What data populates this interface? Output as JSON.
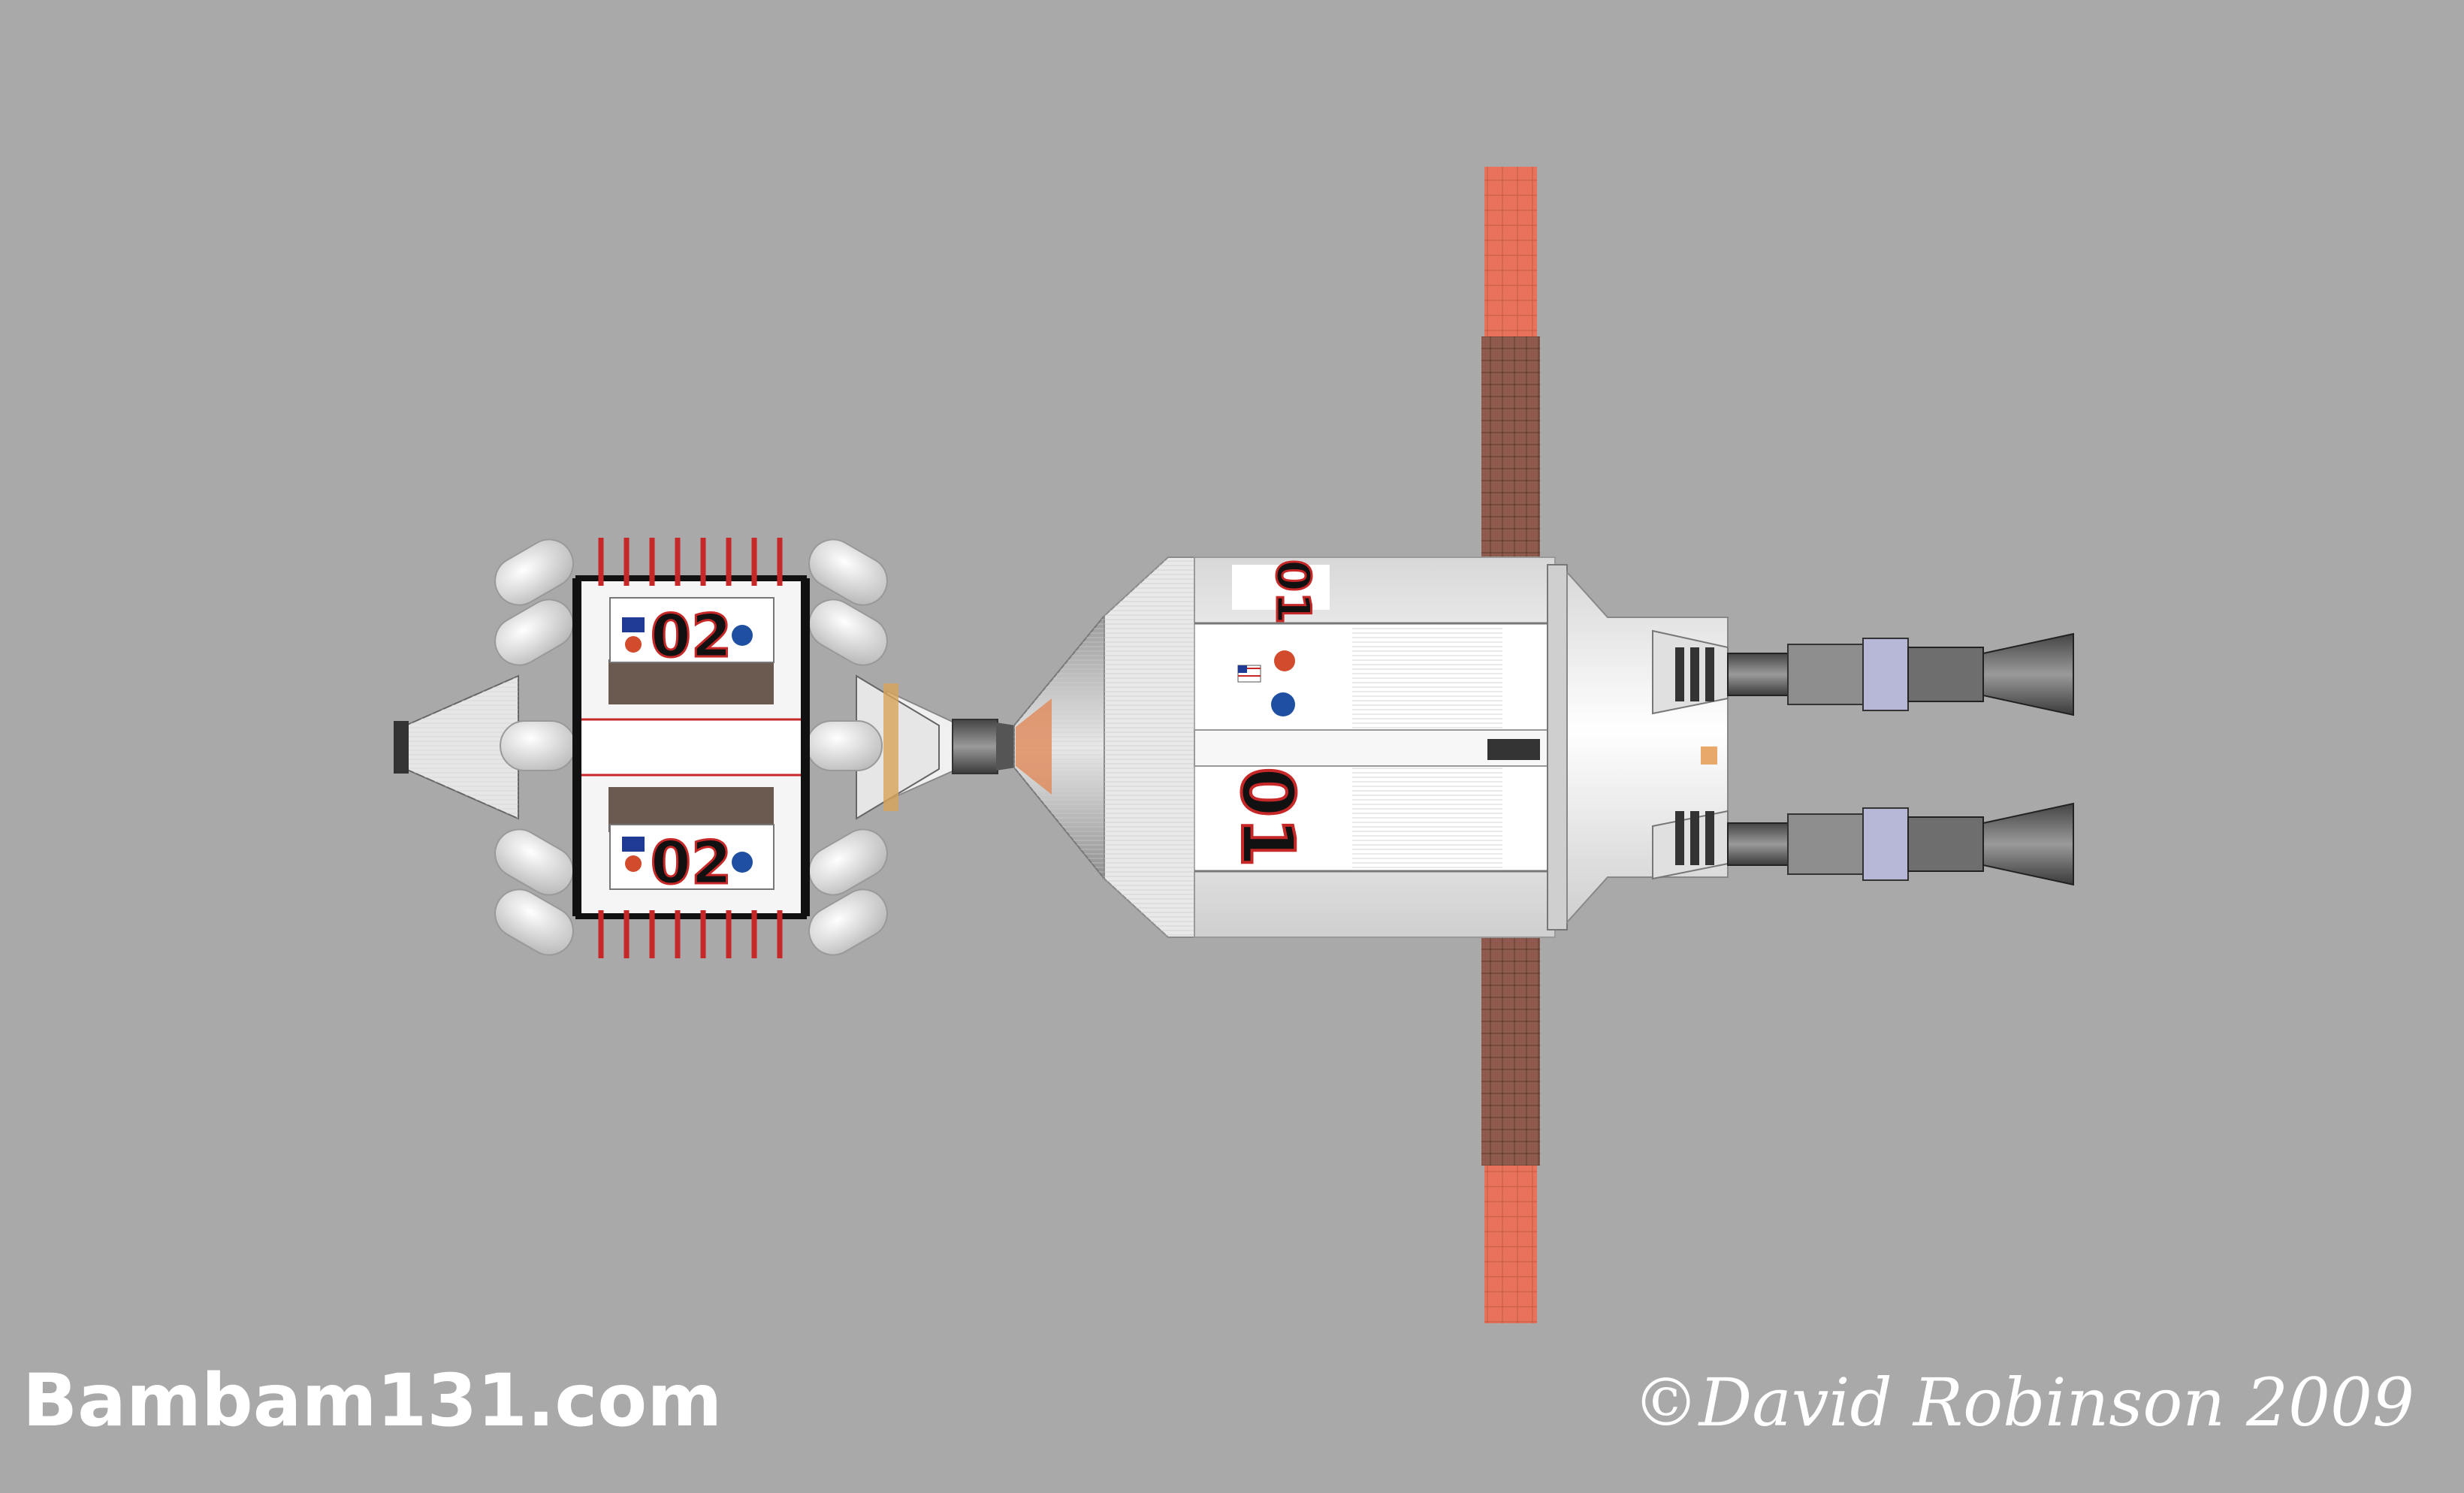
{
  "image": {
    "subject": "spacecraft-top-view"
  },
  "module_front": {
    "number_label": "01"
  },
  "module_rear": {
    "number_label_top": "02",
    "number_label_bottom": "02"
  },
  "watermark": {
    "site": "Bambam131.com",
    "copyright": "©David Robinson 2009"
  },
  "colors": {
    "background": "#a9a9a9",
    "solar_panel_outer": "#e8735a",
    "solar_panel_inner": "#8e5a4e",
    "hull": "#f2f2f2",
    "red_accent": "#c62828",
    "dark": "#2b2b2b"
  }
}
